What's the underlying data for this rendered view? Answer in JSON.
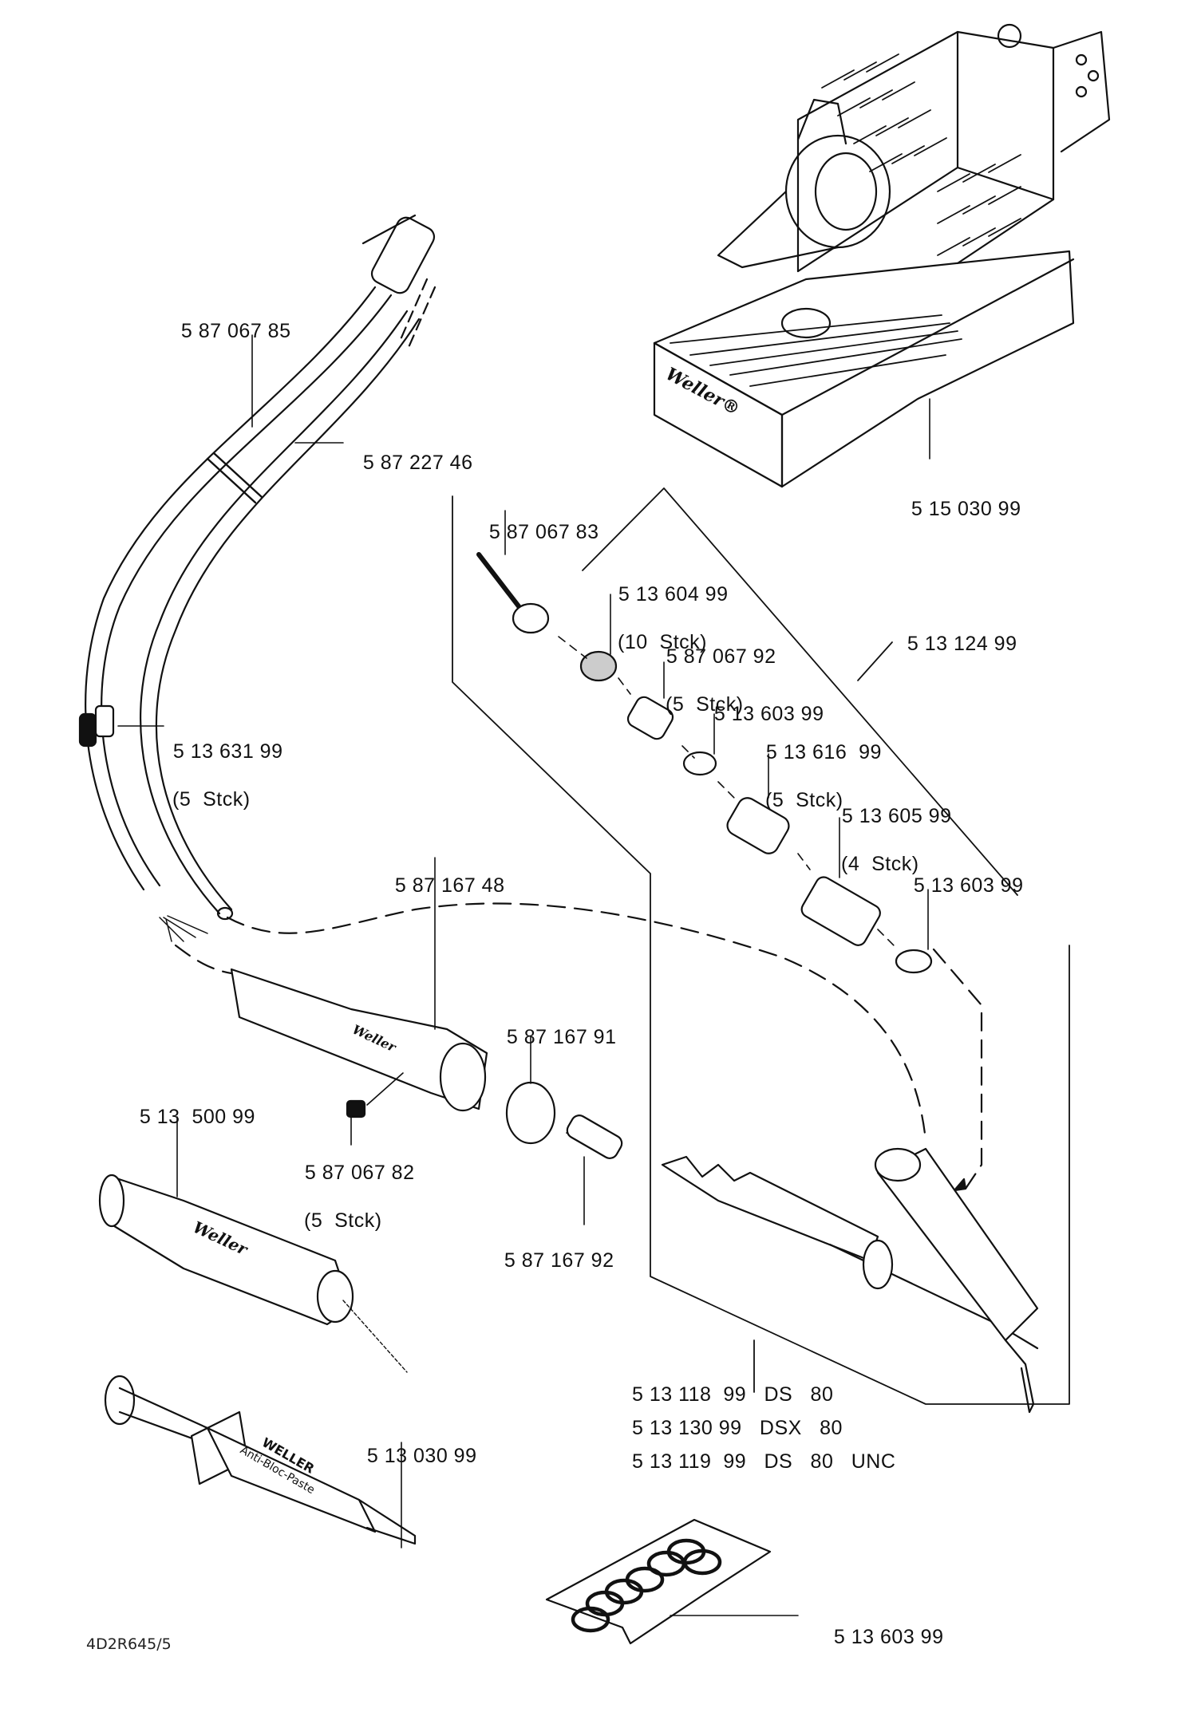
{
  "diagram": {
    "title": "Weller DS 80 desoldering iron – exploded parts view",
    "parts": [
      {
        "part_no": "5 87 067 85"
      },
      {
        "part_no": "5 87 227 46"
      },
      {
        "part_no": "5 15 030 99"
      },
      {
        "part_no": "5 87 067 83"
      },
      {
        "part_no": "5 13 604 99",
        "qty": "(10  Stck)"
      },
      {
        "part_no": "5 87 067 92",
        "qty": "(5  Stck)"
      },
      {
        "part_no": "5 13 124 99"
      },
      {
        "part_no": "5 13 603 99"
      },
      {
        "part_no": "5 13 616  99",
        "qty": "(5  Stck)"
      },
      {
        "part_no": "5 13 605 99",
        "qty": "(4  Stck)"
      },
      {
        "part_no": "5 13 603 99"
      },
      {
        "part_no": "5 13 631 99",
        "qty": "(5  Stck)"
      },
      {
        "part_no": "5 87 167 48"
      },
      {
        "part_no": "5 87 167 91"
      },
      {
        "part_no": "5 13  500 99"
      },
      {
        "part_no": "5 87 067 82",
        "qty": "(5  Stck)"
      },
      {
        "part_no": "5 87 167 92"
      },
      {
        "part_no": "5 13 030 99"
      },
      {
        "part_no": "5 13 603 99"
      }
    ],
    "iron_variants": [
      "5 13 118  99   DS   80",
      "5 13 130 99   DSX   80",
      "5 13 119  99   DS   80   UNC"
    ],
    "brand_marks": {
      "stand": "Weller®",
      "handle": "Weller",
      "tool": "Weller",
      "syringe_brand": "WELLER",
      "syringe_text": "Anti-Bloc-Paste"
    },
    "drawing_number": "4D2R645/5"
  }
}
